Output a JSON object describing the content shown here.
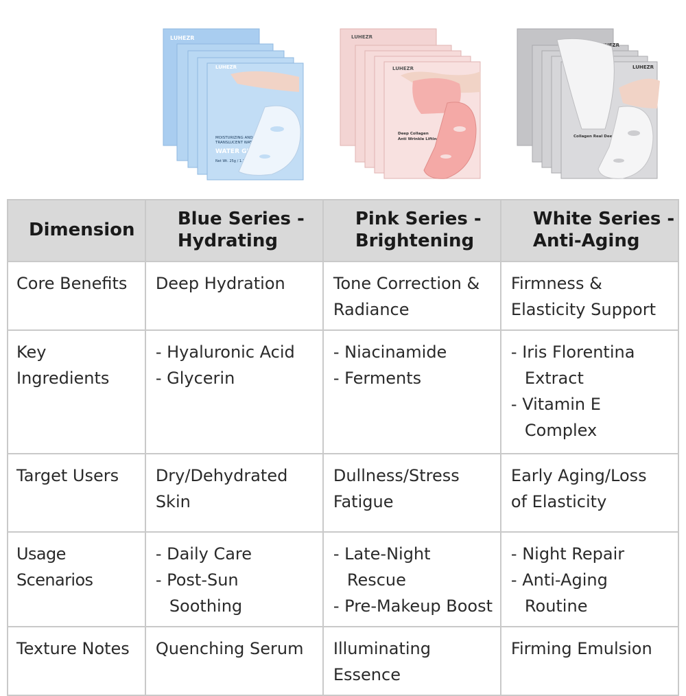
{
  "products": [
    {
      "brand": "LUHEZR",
      "line1": "MOISTURIZING AND",
      "line2": "TRANSLUCENT WATER",
      "name": "WATER GLOSS MASK",
      "net": "Net Wt. 25g / 1.23oz",
      "color": "#a9cdf0",
      "maskColor": "#e8f2fb"
    },
    {
      "brand": "LUHEZR",
      "line1": "Deep Collagen",
      "line2": "Anti Wrinkle Lifting Mask",
      "name": "",
      "net": "",
      "color": "#f3c9c9",
      "maskColor": "#f4a9a6"
    },
    {
      "brand": "LUHEZR",
      "line1": "Collagen Real Deep Mask",
      "line2": "",
      "name": "",
      "net": "",
      "color": "#c9c9cc",
      "maskColor": "#f2f2f2"
    }
  ],
  "table": {
    "headers": [
      "Dimension",
      "Blue Series -\nHydrating",
      "Pink Series -\nBrightening",
      "White Series -\nAnti-Aging"
    ],
    "rows": [
      {
        "label": "Core Benefits",
        "blue": "Deep Hydration",
        "pink": "Tone Correction &\nRadiance",
        "white": "Firmness &\nElasticity Support"
      },
      {
        "label": "Key Ingredients",
        "blue": [
          "Hyaluronic Acid",
          "Glycerin"
        ],
        "pink": [
          "Niacinamide",
          "Ferments"
        ],
        "white": [
          "Iris Florentina Extract",
          "Vitamin E Complex"
        ]
      },
      {
        "label": "Target Users",
        "blue": "Dry/Dehydrated\nSkin",
        "pink": "Dullness/Stress\nFatigue",
        "white": "Early Aging/Loss\nof Elasticity"
      },
      {
        "label": "Usage Scenarios",
        "blue": [
          "Daily Care",
          "Post-Sun Soothing"
        ],
        "pink": [
          "Late-Night Rescue",
          "Pre-Makeup Boost"
        ],
        "white": [
          "Night Repair",
          "Anti-Aging Routine"
        ]
      },
      {
        "label": "Texture Notes",
        "blue": "Quenching Serum",
        "pink": "Illuminating Essence",
        "white": "Firming Emulsion"
      }
    ]
  }
}
